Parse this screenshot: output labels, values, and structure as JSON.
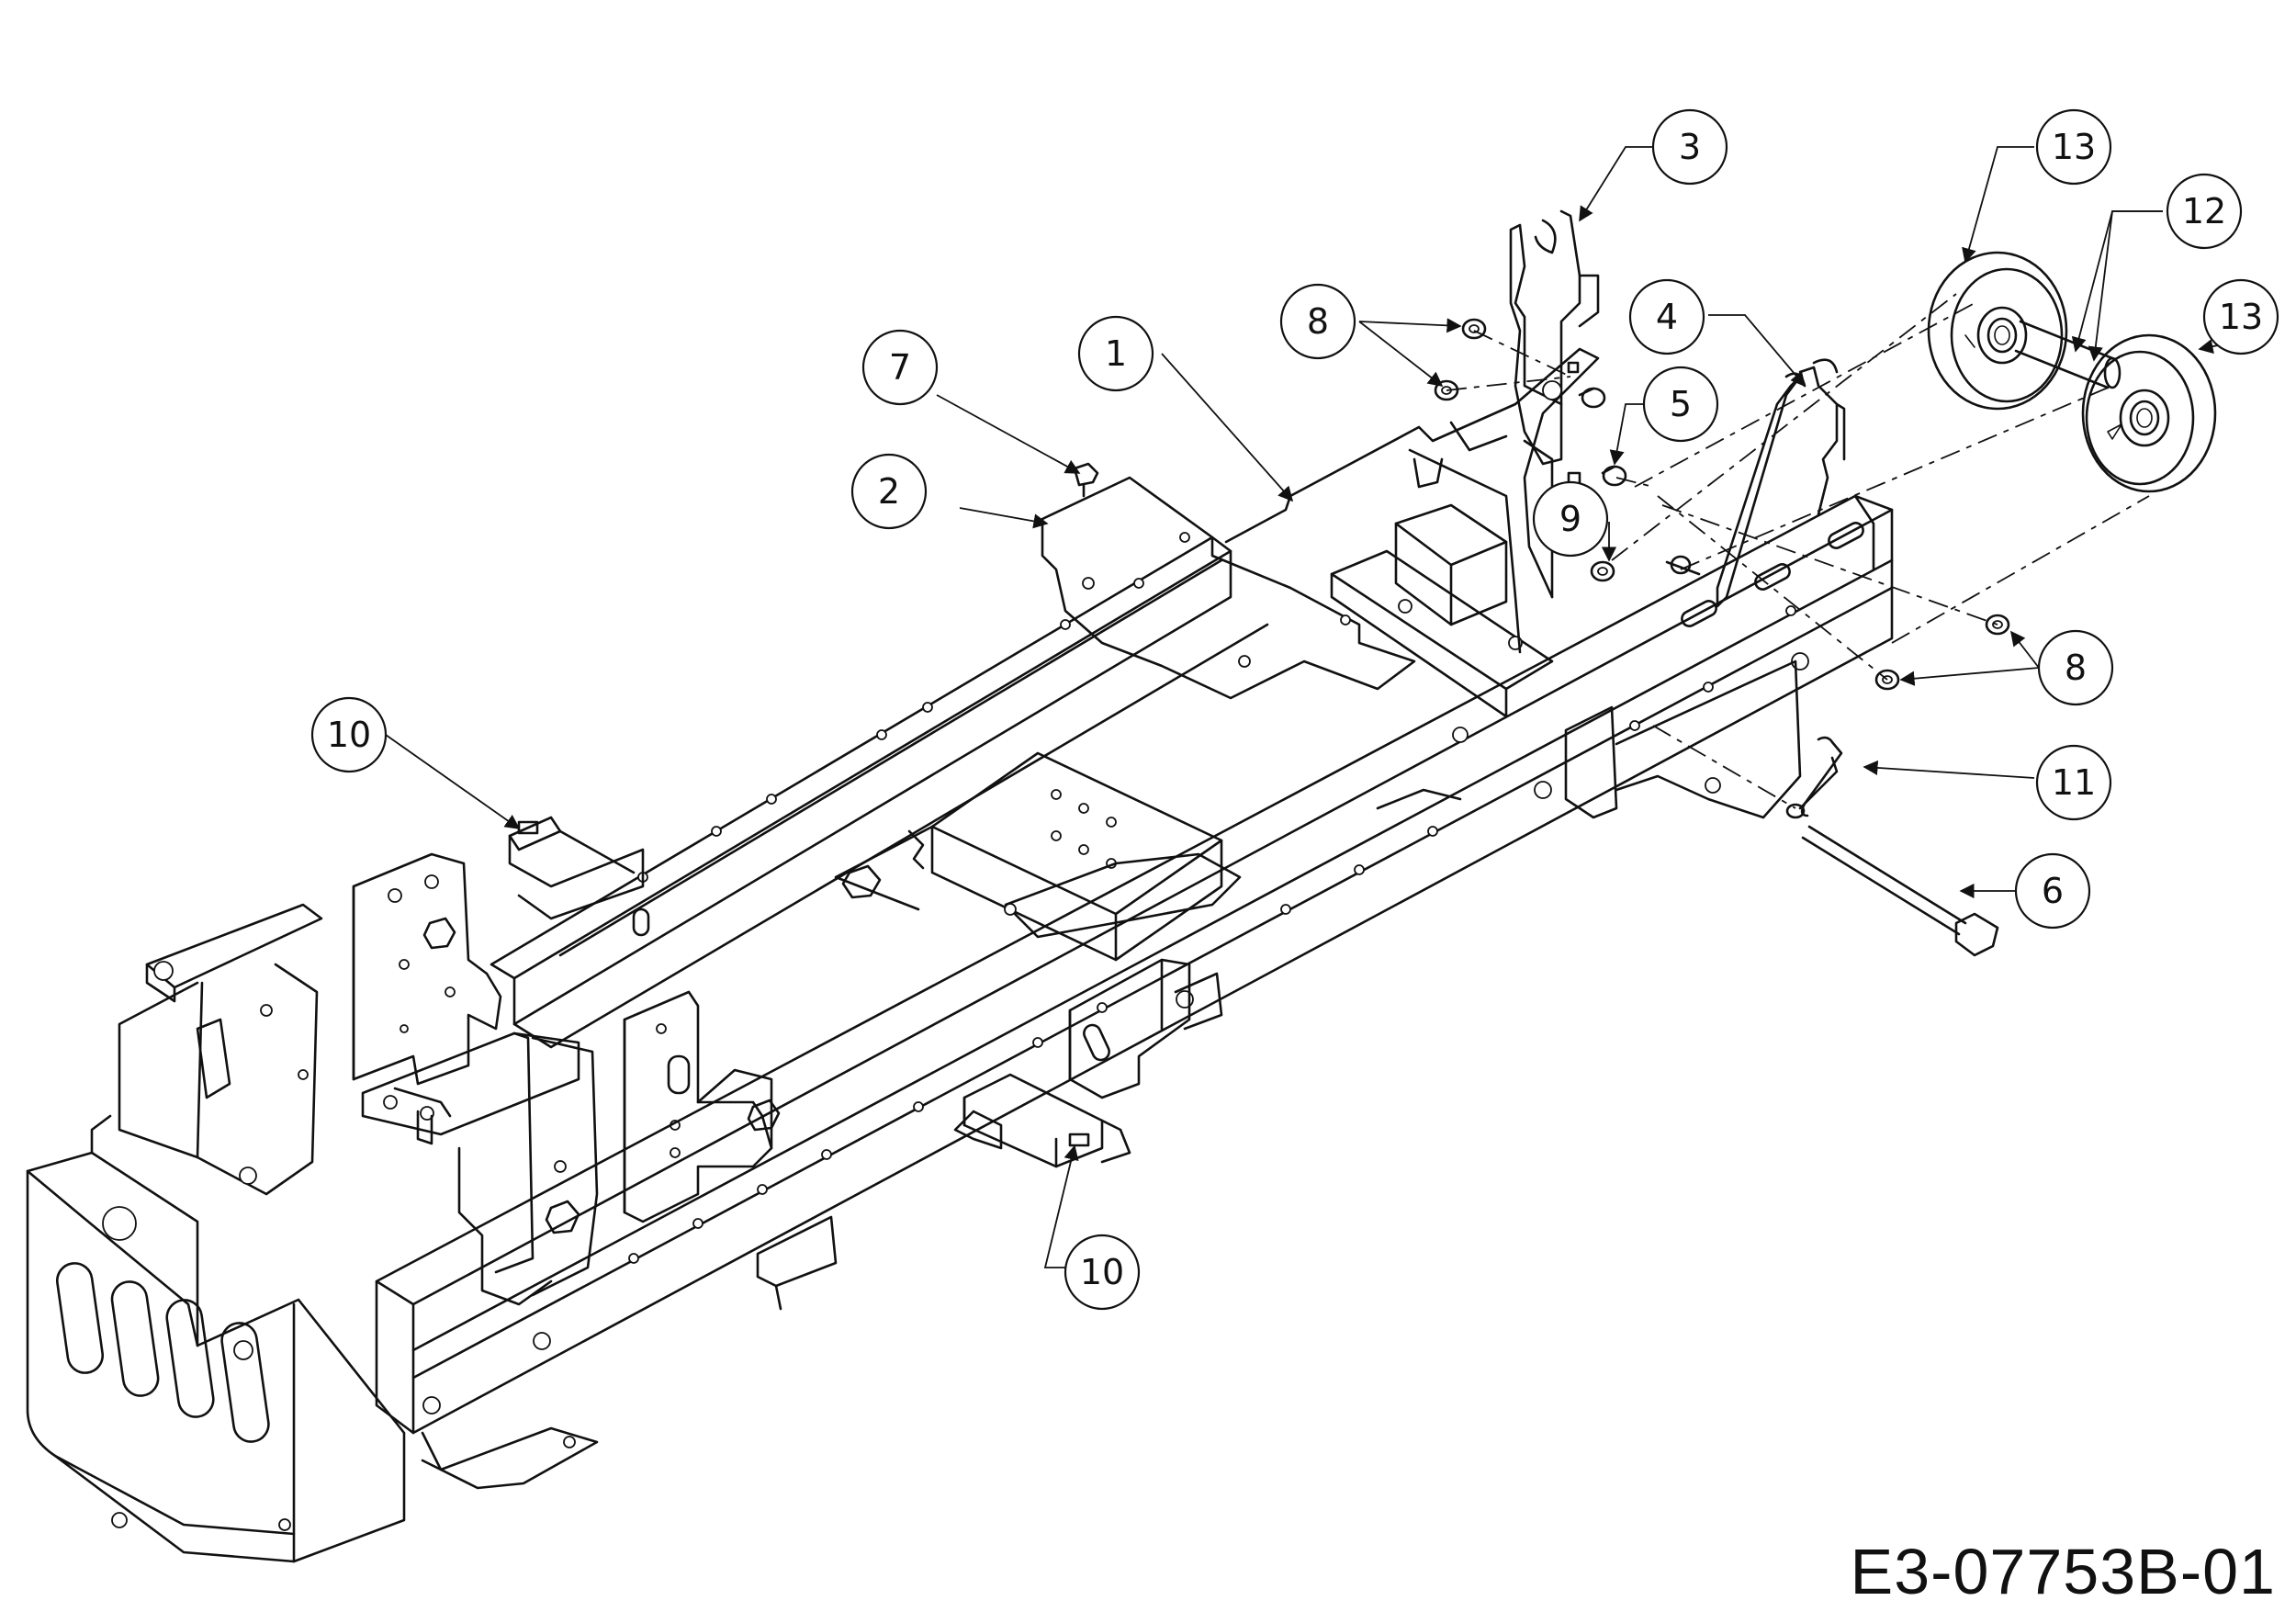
{
  "callouts": [
    {
      "id": "c1",
      "label": "1"
    },
    {
      "id": "c2",
      "label": "2"
    },
    {
      "id": "c3",
      "label": "3"
    },
    {
      "id": "c4",
      "label": "4"
    },
    {
      "id": "c5",
      "label": "5"
    },
    {
      "id": "c6",
      "label": "6"
    },
    {
      "id": "c7",
      "label": "7"
    },
    {
      "id": "c8a",
      "label": "8"
    },
    {
      "id": "c8b",
      "label": "8"
    },
    {
      "id": "c9",
      "label": "9"
    },
    {
      "id": "c10a",
      "label": "10"
    },
    {
      "id": "c10b",
      "label": "10"
    },
    {
      "id": "c11",
      "label": "11"
    },
    {
      "id": "c12",
      "label": "12"
    },
    {
      "id": "c13a",
      "label": "13"
    },
    {
      "id": "c13b",
      "label": "13"
    }
  ],
  "drawing_code": "E3-07753B-01"
}
